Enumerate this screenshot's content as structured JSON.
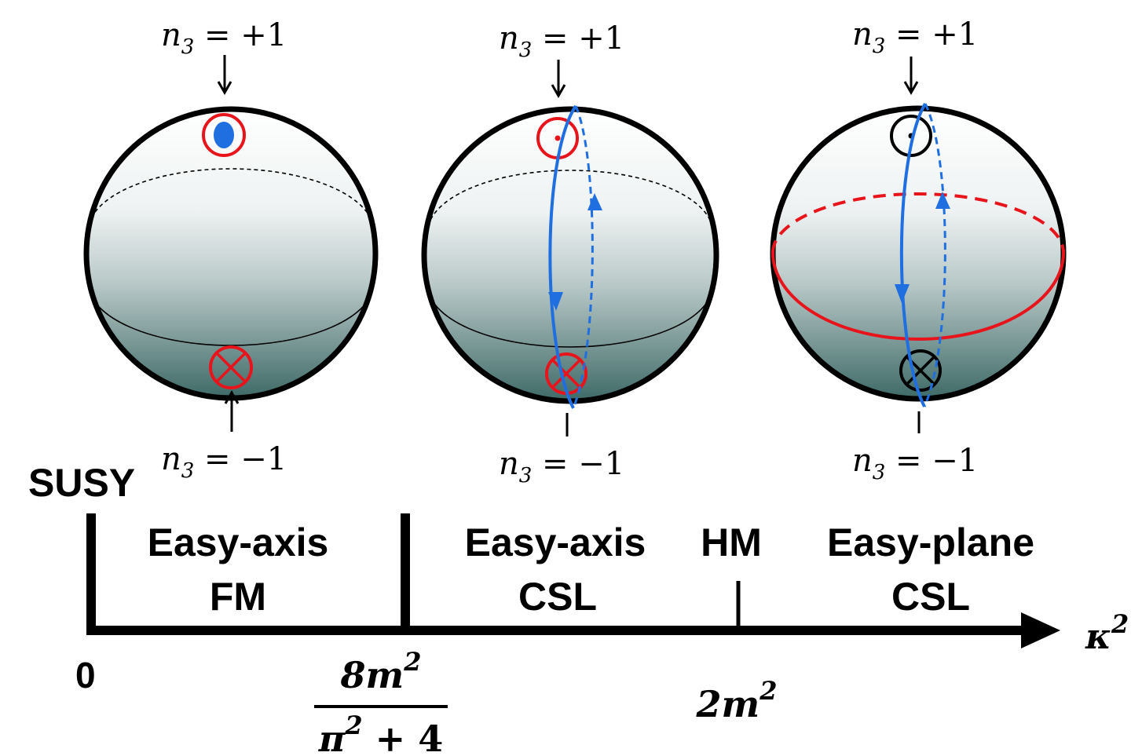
{
  "colors": {
    "sphere_top": "#ffffff",
    "sphere_bottom": "#3e6a67",
    "red": "#e8141c",
    "blue": "#1f6fe0",
    "black": "#000000"
  },
  "spheres": [
    {
      "id": "easy-axis-fm",
      "top_label": {
        "var": "n",
        "sub": "3",
        "rel": " = +1"
      },
      "bottom_label": {
        "var": "n",
        "sub": "3",
        "rel": " = −1"
      },
      "poles_color": "red",
      "equator_color": "black",
      "blue_loop": false,
      "north_fill": "blue-dot"
    },
    {
      "id": "easy-axis-csl",
      "top_label": {
        "var": "n",
        "sub": "3",
        "rel": " = +1"
      },
      "bottom_label": {
        "var": "n",
        "sub": "3",
        "rel": " = −1"
      },
      "poles_color": "red",
      "equator_color": "black",
      "blue_loop": true,
      "north_fill": "dot"
    },
    {
      "id": "easy-plane-csl",
      "top_label": {
        "var": "n",
        "sub": "3",
        "rel": " = +1"
      },
      "bottom_label": {
        "var": "n",
        "sub": "3",
        "rel": " = −1"
      },
      "poles_color": "black",
      "equator_color": "red",
      "blue_loop": true,
      "north_fill": "dot"
    }
  ],
  "phase_diagram": {
    "susy_label": "SUSY",
    "phases": [
      {
        "line1": "Easy-axis",
        "line2": "FM"
      },
      {
        "line1": "Easy-axis",
        "line2": "CSL"
      },
      {
        "line1": "HM",
        "line2": ""
      },
      {
        "line1": "Easy-plane",
        "line2": "CSL"
      }
    ],
    "axis_label": {
      "base": "κ",
      "sup": "2"
    },
    "ticks": {
      "zero": "0",
      "boundary1": {
        "numerator": "8m",
        "num_sup": "2",
        "denominator": "π",
        "den_sup": "2",
        "den_rest": " + 4"
      },
      "boundary2": {
        "base": "2m",
        "sup": "2"
      }
    }
  }
}
